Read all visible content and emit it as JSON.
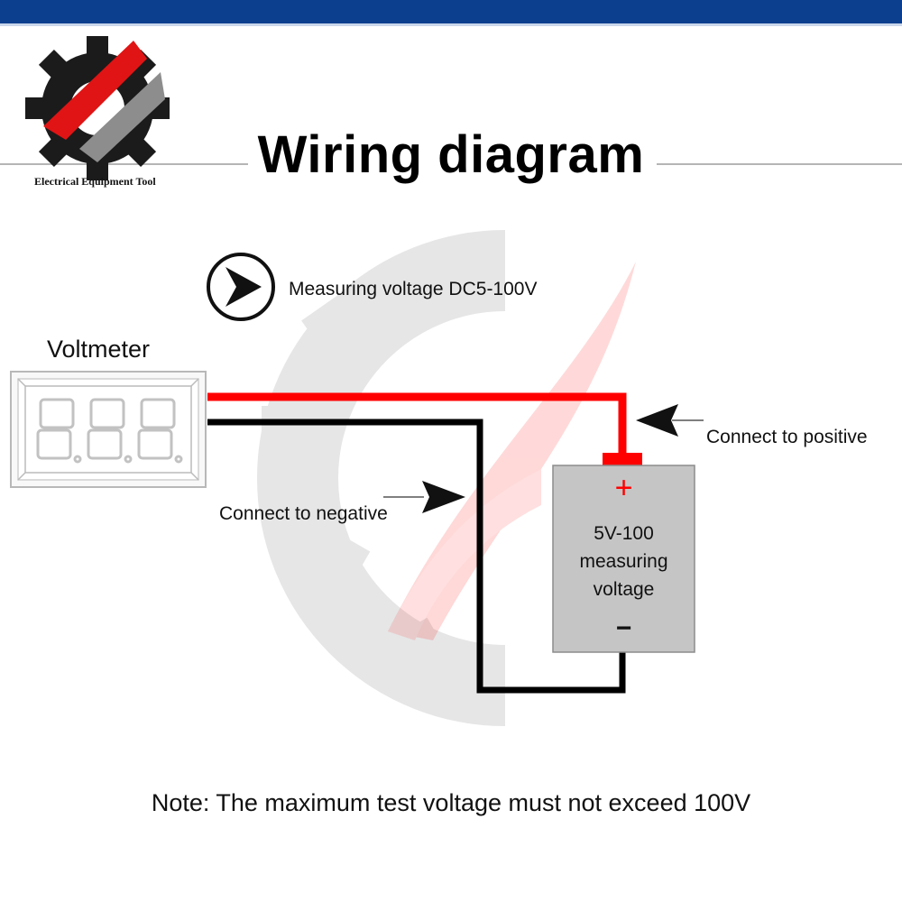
{
  "header": {
    "title": "Wiring diagram",
    "brand": "Electrical Equipment Tool",
    "bar_color": "#0d3f8f"
  },
  "diagram": {
    "measuring_range": "Measuring voltage DC5-100V",
    "voltmeter_label": "Voltmeter",
    "positive_label": "Connect to positive",
    "negative_label": "Connect to negative",
    "battery": {
      "plus_symbol": "+",
      "line1": "5V-100",
      "line2": "measuring",
      "line3": "voltage",
      "minus_symbol": "−"
    },
    "wire_colors": {
      "positive": "#ff0000",
      "negative": "#000000"
    }
  },
  "note": "Note: The maximum test voltage must not exceed 100V"
}
